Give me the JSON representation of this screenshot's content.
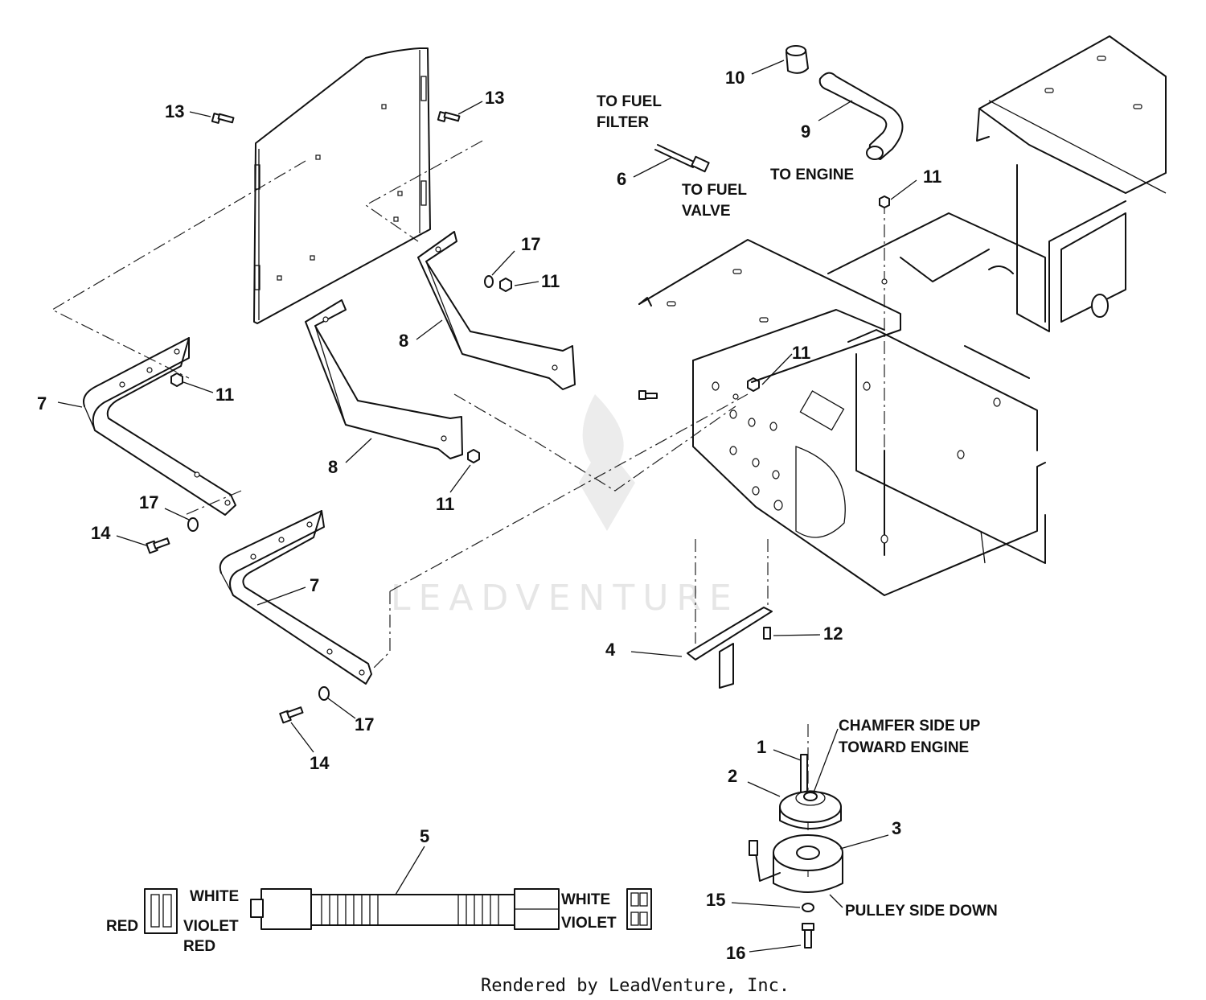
{
  "callouts": {
    "c1": "1",
    "c2": "2",
    "c3": "3",
    "c4": "4",
    "c5": "5",
    "c6": "6",
    "c7a": "7",
    "c7b": "7",
    "c8a": "8",
    "c8b": "8",
    "c9": "9",
    "c10": "10",
    "c11a": "11",
    "c11b": "11",
    "c11c": "11",
    "c11d": "11",
    "c11e": "11",
    "c12": "12",
    "c13a": "13",
    "c13b": "13",
    "c14a": "14",
    "c14b": "14",
    "c15": "15",
    "c16": "16",
    "c17a": "17",
    "c17b": "17",
    "c17c": "17"
  },
  "notes": {
    "to_fuel_filter_1": "TO FUEL",
    "to_fuel_filter_2": "FILTER",
    "to_fuel_valve_1": "TO FUEL",
    "to_fuel_valve_2": "VALVE",
    "to_engine": "TO ENGINE",
    "chamfer_1": "CHAMFER SIDE UP",
    "chamfer_2": "TOWARD ENGINE",
    "pulley_side": "PULLEY SIDE DOWN"
  },
  "harness": {
    "white_left": "WHITE",
    "violet_left": "VIOLET",
    "red_left": "RED",
    "red_left_2": "RED",
    "white_right": "WHITE",
    "violet_right": "VIOLET"
  },
  "watermark": "LEADVENTURE",
  "footer": "Rendered by LeadVenture, Inc."
}
